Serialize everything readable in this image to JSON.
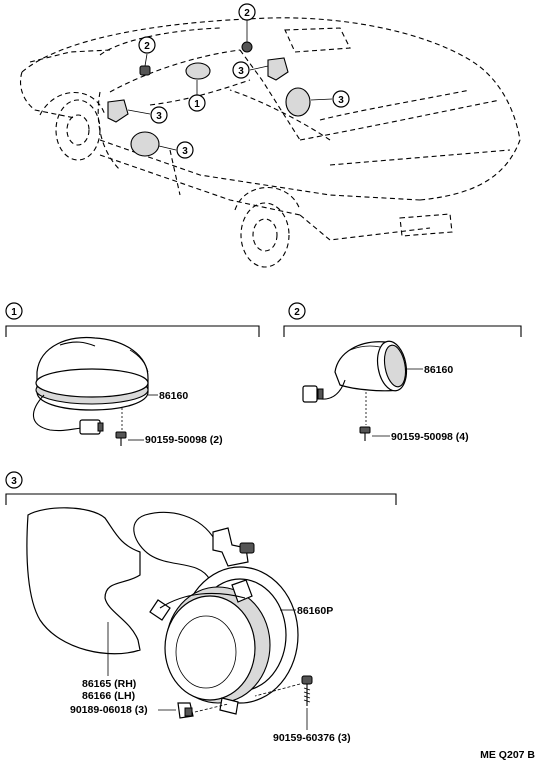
{
  "diagram": {
    "callouts": {
      "one": "1",
      "two": "2",
      "three": "3"
    },
    "section_1": {
      "marker": "1",
      "part_speaker": "86160",
      "part_screw": "90159-50098 (2)"
    },
    "section_2": {
      "marker": "2",
      "part_speaker": "86160",
      "part_screw": "90159-50098 (4)"
    },
    "section_3": {
      "marker": "3",
      "part_speaker": "86160P",
      "part_cover_rh": "86165 (RH)",
      "part_cover_lh": "86166 (LH)",
      "part_clip": "90189-06018 (3)",
      "part_screw": "90159-60376 (3)"
    },
    "footer_code": "ME  Q207 B"
  }
}
